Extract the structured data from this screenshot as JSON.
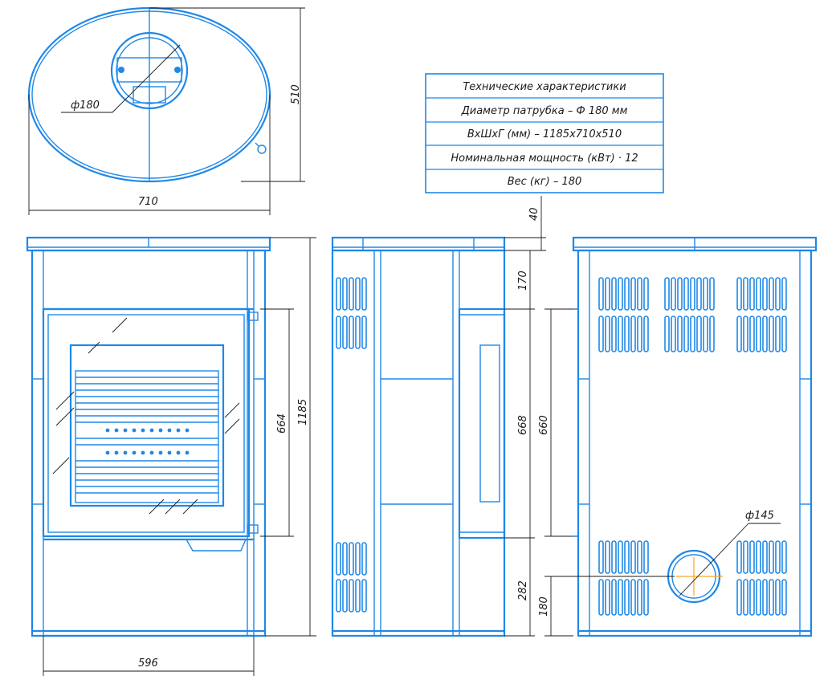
{
  "colors": {
    "line": "#1f88e8",
    "dimension": "#1a1a1a",
    "accent": "#f5a623",
    "background": "#ffffff"
  },
  "spec_table": {
    "rows": [
      "Технические характеристики",
      "Диаметр патрубка – Ф 180 мм",
      "ВхШхГ (мм) – 1185х710х510",
      "Номинальная мощность (кВт) · 12",
      "Вес (кг) – 180"
    ]
  },
  "top_view": {
    "pipe_diameter": "ф180",
    "depth": "510",
    "width": "710"
  },
  "front_view": {
    "door_height": "664",
    "total_height": "1185",
    "base_width": "596"
  },
  "side_view": {
    "top_thickness": "40",
    "upper_section": "170",
    "door_height": "668",
    "lower_section": "282"
  },
  "back_view": {
    "opening_height": "660",
    "pipe_height": "180",
    "pipe_diameter": "ф145"
  }
}
